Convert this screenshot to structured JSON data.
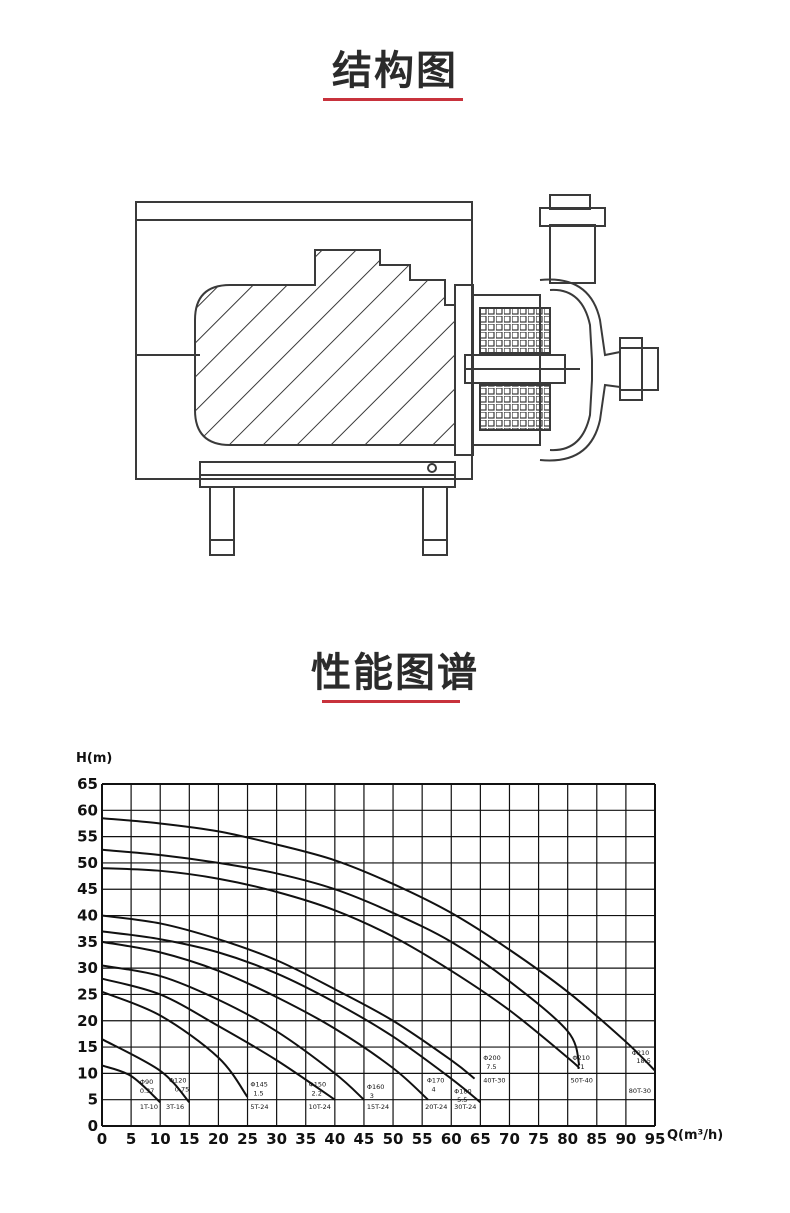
{
  "titles": {
    "structure": "结构图",
    "performance": "性能图谱"
  },
  "colors": {
    "accent": "#c8323c",
    "line": "#111111",
    "drawing": "#3a3a3a"
  },
  "chart_data": {
    "type": "line",
    "title": "",
    "xlabel": "Q(m³/h)",
    "ylabel": "H(m)",
    "xlim": [
      0,
      95
    ],
    "ylim": [
      0,
      65
    ],
    "x_ticks": [
      0,
      5,
      10,
      15,
      20,
      25,
      30,
      35,
      40,
      45,
      50,
      55,
      60,
      65,
      70,
      75,
      80,
      85,
      90,
      95
    ],
    "y_ticks": [
      0,
      5,
      10,
      15,
      20,
      25,
      30,
      35,
      40,
      45,
      50,
      55,
      60,
      65
    ],
    "grid": true,
    "series": [
      {
        "x": [
          0,
          5,
          10
        ],
        "y": [
          11.5,
          9.5,
          4.5
        ]
      },
      {
        "x": [
          0,
          10,
          15
        ],
        "y": [
          16.5,
          10.5,
          4.5
        ]
      },
      {
        "x": [
          0,
          10,
          20,
          25
        ],
        "y": [
          25.5,
          21,
          13,
          5.5
        ]
      },
      {
        "x": [
          0,
          10,
          20,
          30,
          40
        ],
        "y": [
          28,
          25,
          19,
          12.5,
          5
        ]
      },
      {
        "x": [
          0,
          10,
          20,
          30,
          40,
          45
        ],
        "y": [
          30.5,
          28.5,
          24,
          18,
          10,
          5
        ]
      },
      {
        "x": [
          0,
          10,
          20,
          30,
          40,
          50,
          56
        ],
        "y": [
          35,
          33,
          29.5,
          24.5,
          18.5,
          11,
          5
        ]
      },
      {
        "x": [
          0,
          10,
          20,
          30,
          40,
          50,
          60,
          65
        ],
        "y": [
          37,
          35.5,
          33,
          29,
          23.5,
          17,
          9,
          4.5
        ]
      },
      {
        "x": [
          0,
          10,
          20,
          30,
          40,
          50,
          60,
          64
        ],
        "y": [
          40,
          38.5,
          35.5,
          31.5,
          26,
          20,
          12.5,
          9
        ]
      },
      {
        "x": [
          0,
          10,
          20,
          30,
          40,
          50,
          60,
          70,
          80,
          82
        ],
        "y": [
          49,
          48.5,
          47,
          44.5,
          41,
          36,
          29.5,
          22,
          13,
          11
        ]
      },
      {
        "x": [
          0,
          10,
          20,
          30,
          40,
          50,
          60,
          70,
          80,
          82
        ],
        "y": [
          52.5,
          51.5,
          50,
          48,
          45,
          40.5,
          35,
          27.5,
          18,
          11.5
        ]
      },
      {
        "x": [
          0,
          10,
          20,
          30,
          40,
          50,
          60,
          70,
          80,
          90,
          95
        ],
        "y": [
          58.5,
          57.5,
          56,
          53.5,
          50.5,
          46,
          40.5,
          33.5,
          25.5,
          16,
          10.5
        ]
      }
    ],
    "annotations": [
      {
        "x": 6.5,
        "y": 8,
        "text": "Φ90"
      },
      {
        "x": 6.5,
        "y": 6.3,
        "text": "0.37"
      },
      {
        "x": 6.5,
        "y": 3.2,
        "text": "1T-10"
      },
      {
        "x": 11.5,
        "y": 8.3,
        "text": "Φ120"
      },
      {
        "x": 12.5,
        "y": 6.6,
        "text": "0.75"
      },
      {
        "x": 11,
        "y": 3.2,
        "text": "3T-16"
      },
      {
        "x": 25.5,
        "y": 7.5,
        "text": "Φ145"
      },
      {
        "x": 26,
        "y": 5.8,
        "text": "1.5"
      },
      {
        "x": 25.5,
        "y": 3.2,
        "text": "5T-24"
      },
      {
        "x": 35.5,
        "y": 7.5,
        "text": "Φ150"
      },
      {
        "x": 36,
        "y": 5.8,
        "text": "2.2"
      },
      {
        "x": 35.5,
        "y": 3.2,
        "text": "10T-24"
      },
      {
        "x": 45.5,
        "y": 7,
        "text": "Φ160"
      },
      {
        "x": 46,
        "y": 5.3,
        "text": "3"
      },
      {
        "x": 45.5,
        "y": 3.2,
        "text": "15T-24"
      },
      {
        "x": 55.8,
        "y": 8.3,
        "text": "Φ170"
      },
      {
        "x": 56.6,
        "y": 6.6,
        "text": "4"
      },
      {
        "x": 55.5,
        "y": 3.2,
        "text": "20T-24"
      },
      {
        "x": 60.5,
        "y": 6.2,
        "text": "Φ180"
      },
      {
        "x": 61,
        "y": 4.6,
        "text": "5.5"
      },
      {
        "x": 60.5,
        "y": 3.2,
        "text": "30T-24"
      },
      {
        "x": 65.5,
        "y": 12.5,
        "text": "Φ200"
      },
      {
        "x": 66,
        "y": 10.8,
        "text": "7.5"
      },
      {
        "x": 65.5,
        "y": 8.3,
        "text": "40T-30"
      },
      {
        "x": 80.8,
        "y": 12.5,
        "text": "Φ210"
      },
      {
        "x": 81.5,
        "y": 10.8,
        "text": "11"
      },
      {
        "x": 80.5,
        "y": 8.3,
        "text": "50T-40"
      },
      {
        "x": 91,
        "y": 13.5,
        "text": "Φ210"
      },
      {
        "x": 91.8,
        "y": 12,
        "text": "18.5"
      },
      {
        "x": 90.5,
        "y": 6.3,
        "text": "80T-30"
      }
    ]
  }
}
